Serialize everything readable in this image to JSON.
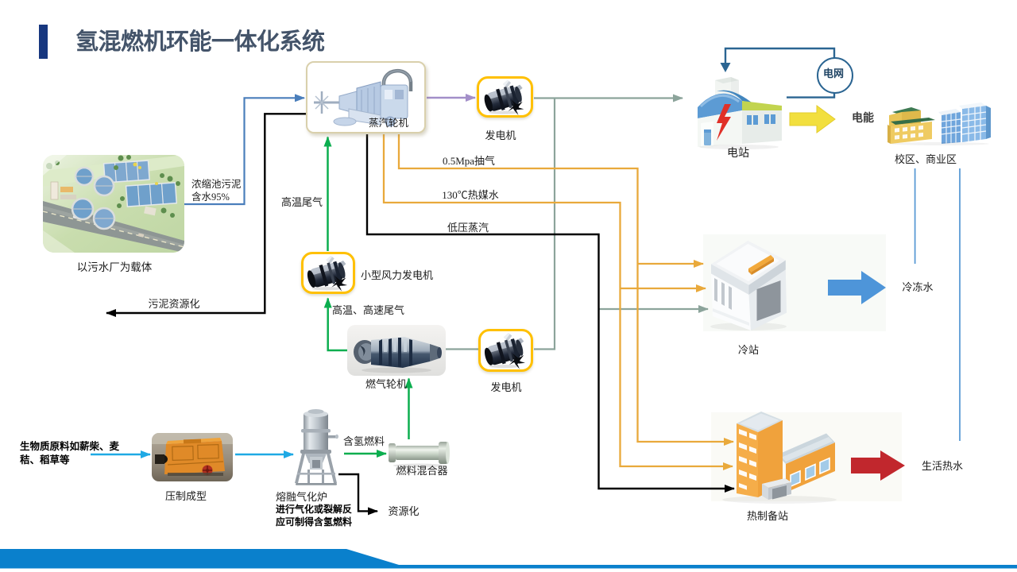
{
  "slide": {
    "title": "氢混燃机环能一体化系统"
  },
  "nodes": {
    "sewage_plant": {
      "label": "以污水厂为载体"
    },
    "steam_turbine": {
      "label": "蒸汽轮机"
    },
    "generator_top": {
      "label": "发电机"
    },
    "power_station": {
      "label": "电站"
    },
    "power_grid": {
      "label": "电网"
    },
    "electric_energy": {
      "label": "电能"
    },
    "campus": {
      "label": "校区、商业区"
    },
    "wind_generator": {
      "label": "小型风力发电机"
    },
    "gas_turbine": {
      "label": "燃气轮机"
    },
    "generator_bottom": {
      "label": "发电机"
    },
    "cold_station": {
      "label": "冷站"
    },
    "chilled_water": {
      "label": "冷冻水"
    },
    "heat_station": {
      "label": "热制备站"
    },
    "domestic_hot_water": {
      "label": "生活热水"
    },
    "press_forming": {
      "label": "压制成型"
    },
    "gasifier": {
      "label": "熔融气化炉"
    },
    "gasifier_note_lines": [
      "进行气化或裂解反",
      "应可制得含氢燃料"
    ],
    "fuel_mixer": {
      "label": "燃料混合器"
    },
    "biomass_lines": [
      "生物质原料如薪柴、麦",
      "秸、稻草等"
    ],
    "resource_recovery": {
      "label": "资源化"
    }
  },
  "flows": {
    "sludge_lines": [
      "浓缩池污泥",
      "含水95%"
    ],
    "high_temp_exhaust": "高温尾气",
    "sludge_resource": "污泥资源化",
    "high_temp_high_speed_exhaust": "高温、高速尾气",
    "extraction_steam": "0.5Mpa抽气",
    "hot_medium_water": "130℃热媒水",
    "low_pressure_steam": "低压蒸汽",
    "hydrogen_fuel": "含氢燃料"
  },
  "colors": {
    "title_accent": "#17377F",
    "title_text": "#44546A",
    "yellow_line": "#E9A93B",
    "green_line": "#0CAE4F",
    "cyan_line": "#1FA9E4",
    "steel_blue_line": "#4A7EBB",
    "campus_blue_line": "#5B9BD5",
    "purple_line": "#A38FC9",
    "gray_green_line": "#8CA49B",
    "grid_loop_blue": "#2B6592",
    "black_line": "#000000",
    "generator_box_border": "#FFC000",
    "turbine_box_border": "#D9D0AC",
    "energy_arrow_yellow": "#F2DF3E",
    "chilled_arrow_blue": "#4E95D9",
    "hot_arrow_red": "#C1272D",
    "footer_blue": "#0A80CC"
  }
}
